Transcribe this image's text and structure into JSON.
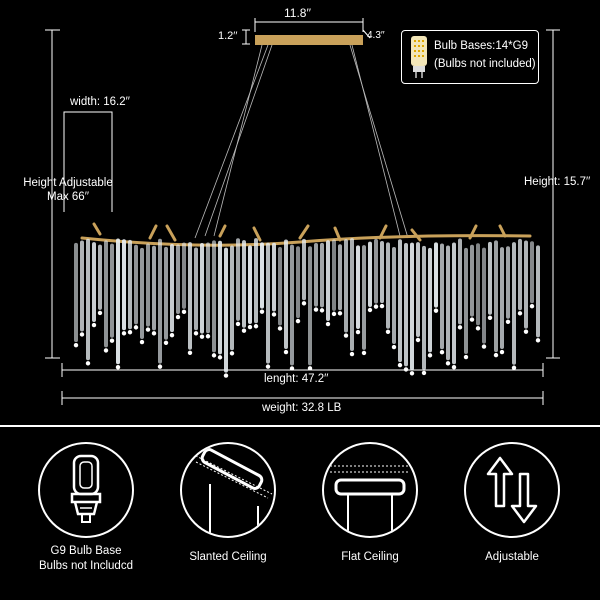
{
  "dimensions": {
    "canopy_length": "11.8′′",
    "canopy_height": "1.2′′",
    "canopy_width": "4.3′′",
    "width": "width: 16.2′′",
    "height_adjustable_line1": "Height Adjustable",
    "height_adjustable_line2": "Max 66′′",
    "height": "Height: 15.7′′",
    "length": "lenght: 47.2′′",
    "weight": "weight: 32.8 LB"
  },
  "bulb_info": {
    "line1": "Bulb Bases:14*G9",
    "line2": "(Bulbs not included)"
  },
  "features": [
    {
      "icon": "g9-bulb-icon",
      "line1": "G9 Bulb Base",
      "line2": "Bulbs not Includcd"
    },
    {
      "icon": "slanted-ceiling-icon",
      "line1": "Slanted Ceiling",
      "line2": ""
    },
    {
      "icon": "flat-ceiling-icon",
      "line1": "Flat Ceiling",
      "line2": ""
    },
    {
      "icon": "adjustable-icon",
      "line1": "Adjustable",
      "line2": ""
    }
  ],
  "colors": {
    "background": "#000000",
    "foreground": "#ffffff",
    "gold": "#c9a15a",
    "crystal": "#e8eef2"
  }
}
